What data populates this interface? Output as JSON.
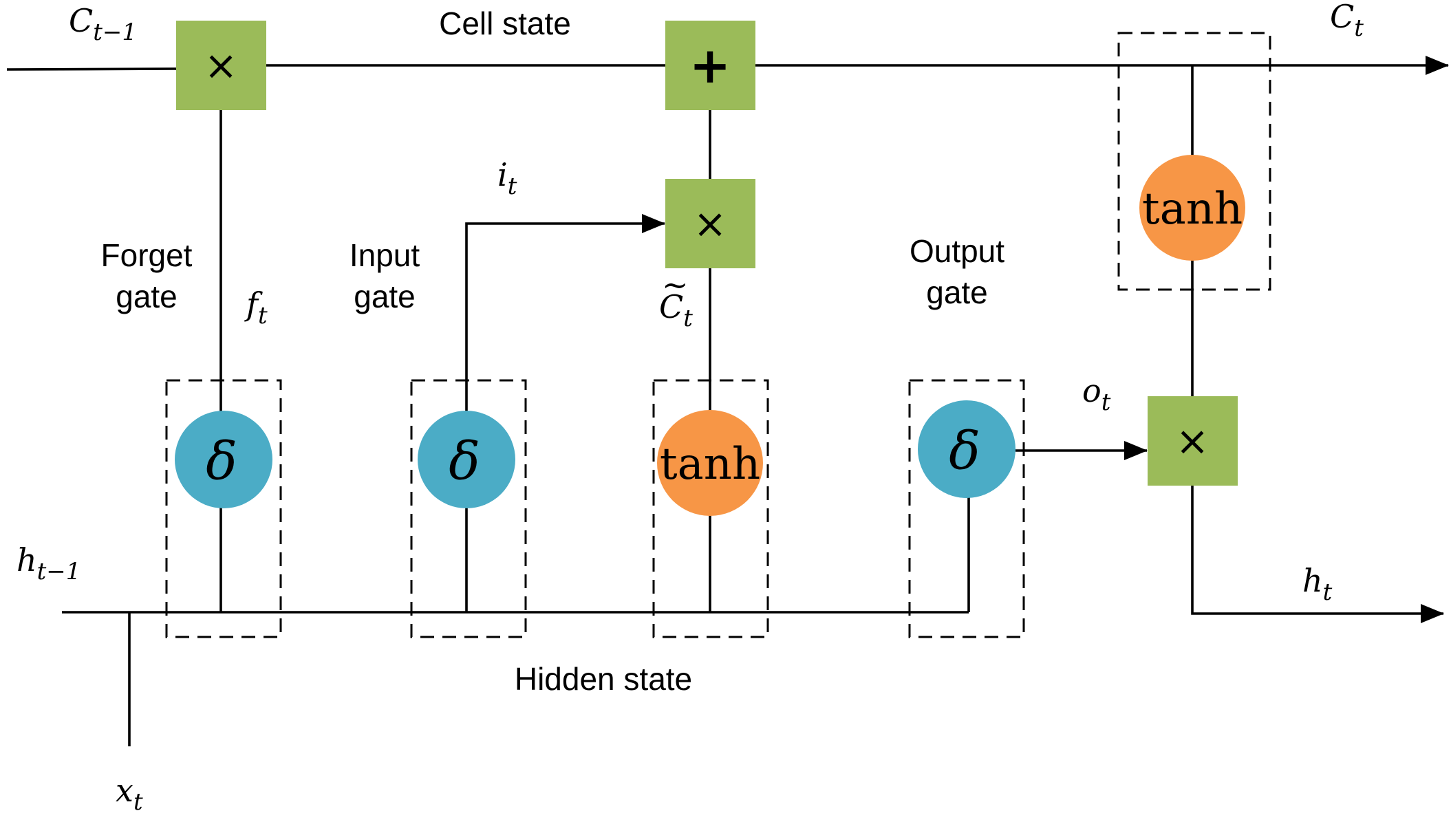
{
  "labels": {
    "cell_state": "Cell state",
    "hidden_state": "Hidden state",
    "forget_gate": [
      "Forget",
      "gate"
    ],
    "input_gate": [
      "Input",
      "gate"
    ],
    "output_gate": [
      "Output",
      "gate"
    ]
  },
  "symbols": {
    "multiply": "×",
    "add": "+",
    "sigmoid": "δ",
    "tanh": "tanh",
    "tilde": "~"
  },
  "vars": {
    "c_prev": {
      "base": "C",
      "sub": "t−1"
    },
    "c_t": {
      "base": "C",
      "sub": "t"
    },
    "h_prev": {
      "base": "h",
      "sub": "t−1"
    },
    "h_t": {
      "base": "h",
      "sub": "t"
    },
    "x_t": {
      "base": "x",
      "sub": "t"
    },
    "f_t": {
      "base": "f",
      "sub": "t"
    },
    "i_t": {
      "base": "i",
      "sub": "t"
    },
    "o_t": {
      "base": "o",
      "sub": "t"
    },
    "c_tilde": {
      "base": "C",
      "sub": "t"
    }
  },
  "colors": {
    "operation": "#9bbb59",
    "sigmoid": "#4bacc6",
    "activation": "#f79646"
  }
}
